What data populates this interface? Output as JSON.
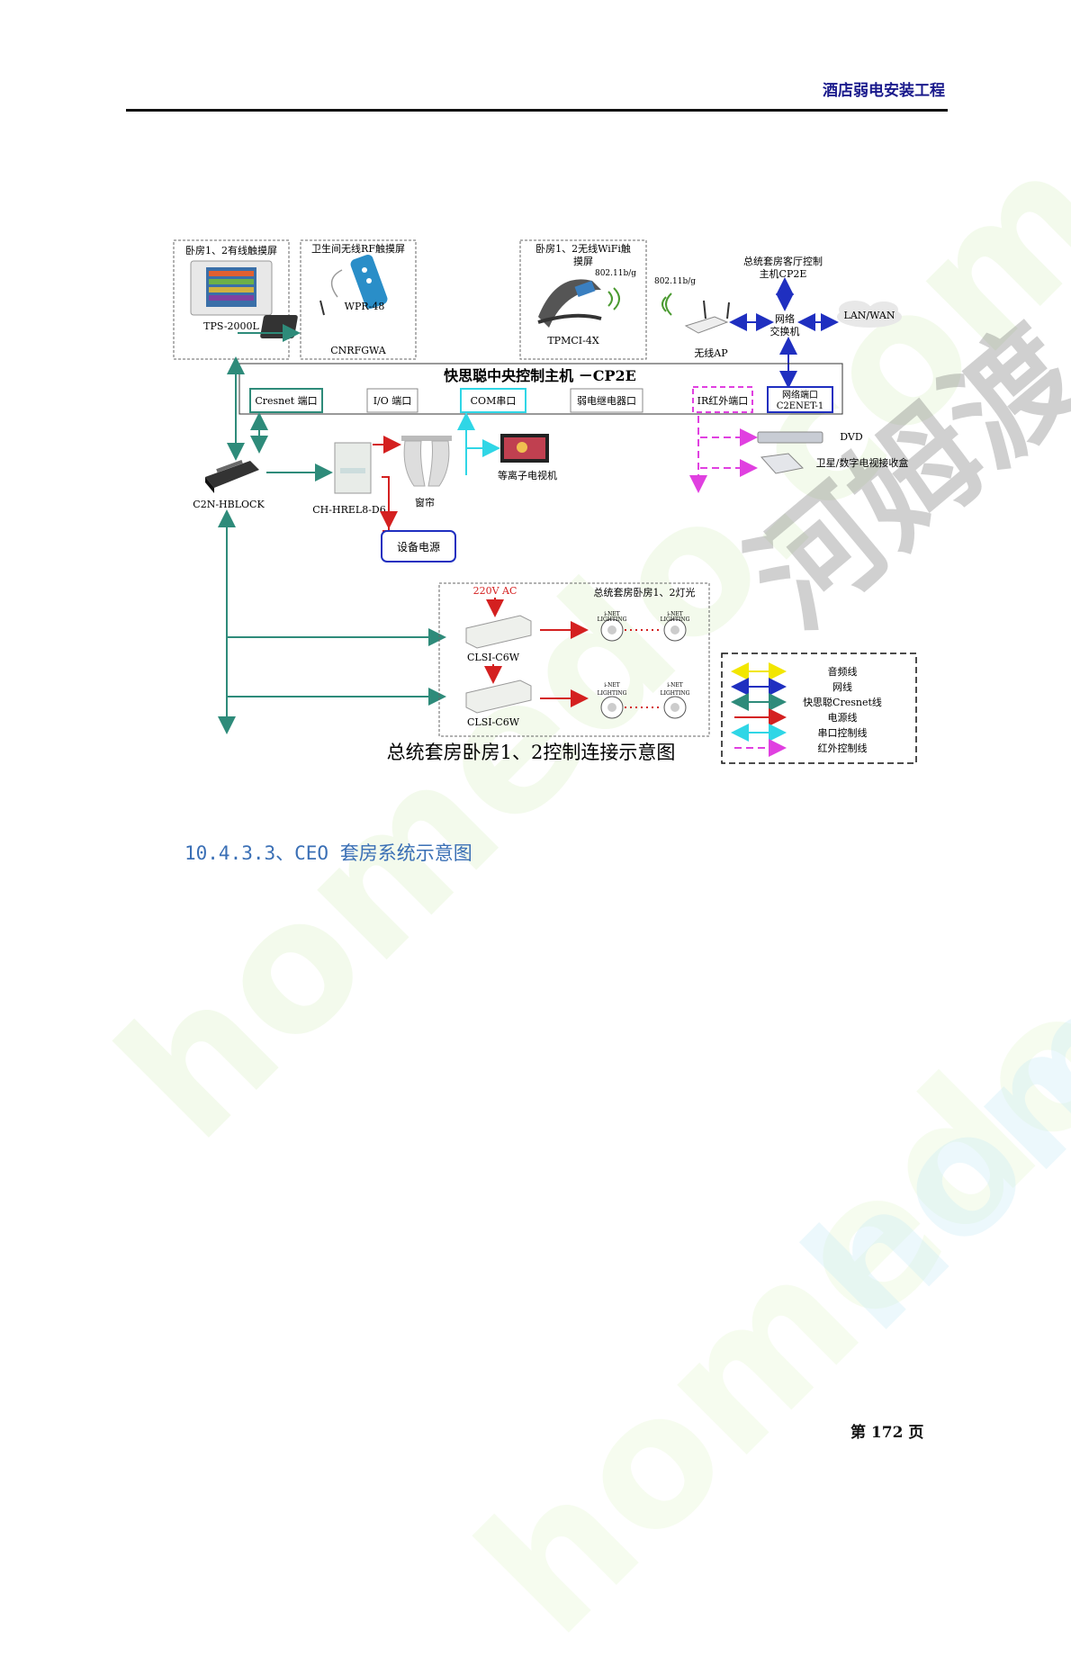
{
  "header": {
    "title": "酒店弱电安装工程"
  },
  "watermark": {
    "text_1": "homedo.com",
    "text_2": "homedo.com",
    "text_3": "河姆渡",
    "text_4": "homedo.com"
  },
  "diagram": {
    "caption": "总统套房卧房1、2控制连接示意图",
    "controller_title": "快思聪中央控制主机 －CP2E",
    "devices": {
      "tps_group": "卧房1、2有线触摸屏",
      "tps_model": "TPS-2000L",
      "rf_group": "卫生间无线RF触摸屏",
      "rf_model": "WPR-48",
      "rf_gateway": "CNRFGWA",
      "wifi_group_l1": "卧房1、2无线WiFi触",
      "wifi_group_l2": "摸屏",
      "wifi_spec": "802.11b/g",
      "wifi_model": "TPMCI-4X",
      "ap_spec": "802.11b/g",
      "ap_label": "无线AP",
      "living_cp2e_l1": "总统套房客厅控制",
      "living_cp2e_l2": "主机CP2E",
      "switch_l1": "网络",
      "switch_l2": "交换机",
      "lan_wan": "LAN/WAN",
      "hblock": "C2N-HBLOCK",
      "relay": "CH-HREL8-D6",
      "curtain": "窗帘",
      "tv": "等离子电视机",
      "power": "设备电源",
      "dvd": "DVD",
      "satellite": "卫星/数字电视接收盒",
      "ac_label": "220V AC",
      "lighting_title": "总统套房卧房1、2灯光",
      "clsi_1": "CLSI-C6W",
      "clsi_2": "CLSI-C6W",
      "lamp_label": "LIGHTING",
      "net_label": "i-NET"
    },
    "ports": {
      "cresnet": "Cresnet 端口",
      "io": "I/O 端口",
      "com": "COM串口",
      "relay": "弱电继电器口",
      "ir": "IR红外端口",
      "network_l1": "网络端口",
      "network_l2": "C2ENET-1"
    },
    "legend": [
      {
        "label": "音频线",
        "color": "#f2e600",
        "style": "solid"
      },
      {
        "label": "网线",
        "color": "#1f2fc0",
        "style": "solid"
      },
      {
        "label": "快思聪Cresnet线",
        "color": "#2e8b7a",
        "style": "solid"
      },
      {
        "label": "电源线",
        "color": "#d42020",
        "style": "solid"
      },
      {
        "label": "串口控制线",
        "color": "#2fd6e6",
        "style": "solid"
      },
      {
        "label": "红外控制线",
        "color": "#e040e0",
        "style": "dashed"
      }
    ]
  },
  "section_heading": "10.4.3.3、CEO 套房系统示意图",
  "footer": {
    "prefix": "第",
    "number": "172",
    "suffix": "页"
  }
}
